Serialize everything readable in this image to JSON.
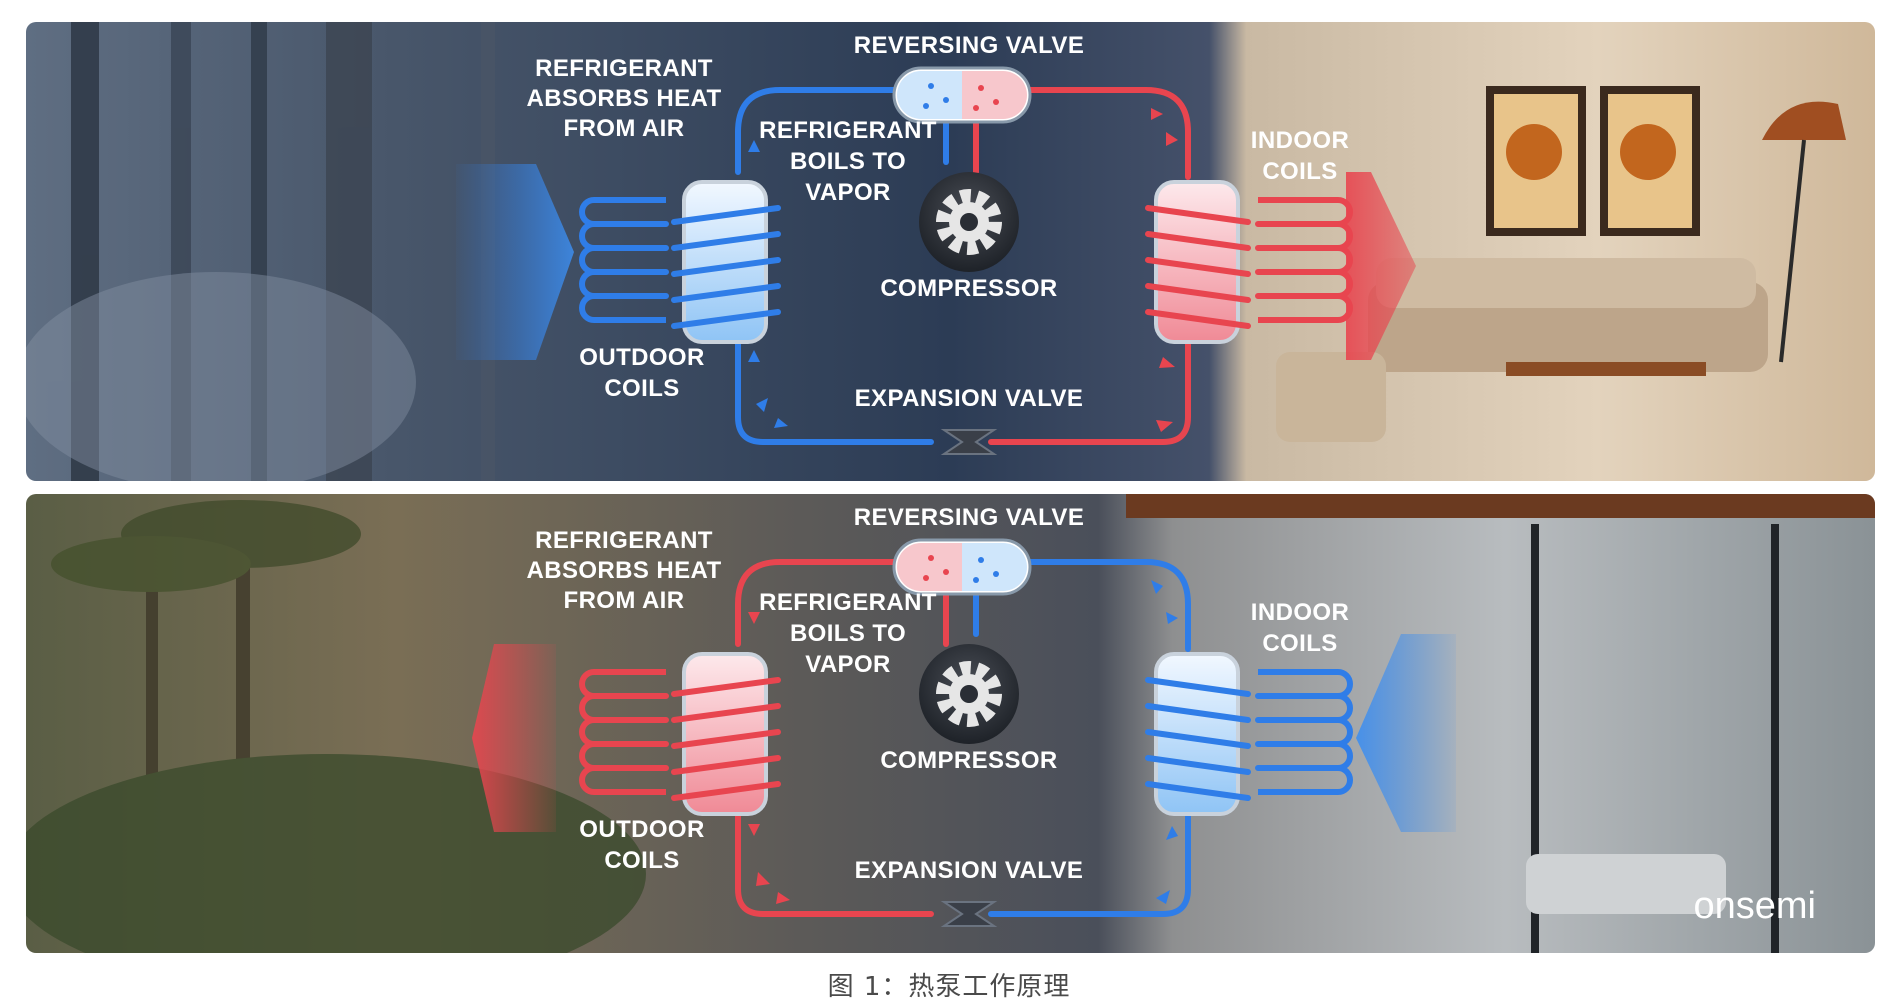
{
  "panels": [
    {
      "mode": "heating",
      "labels": {
        "absorbs": [
          "REFRIGERANT",
          "ABSORBS HEAT",
          "FROM AIR"
        ],
        "reversing_valve": "REVERSING VALVE",
        "boils": [
          "REFRIGERANT",
          "BOILS TO",
          "VAPOR"
        ],
        "compressor": "COMPRESSOR",
        "indoor_coils": [
          "INDOOR",
          "COILS"
        ],
        "outdoor_coils": [
          "OUTDOOR",
          "COILS"
        ],
        "expansion_valve": "EXPANSION VALVE"
      }
    },
    {
      "mode": "cooling",
      "labels": {
        "absorbs": [
          "REFRIGERANT",
          "ABSORBS HEAT",
          "FROM AIR"
        ],
        "reversing_valve": "REVERSING VALVE",
        "boils": [
          "REFRIGERANT",
          "BOILS TO",
          "VAPOR"
        ],
        "compressor": "COMPRESSOR",
        "indoor_coils": [
          "INDOOR",
          "COILS"
        ],
        "outdoor_coils": [
          "OUTDOOR",
          "COILS"
        ],
        "expansion_valve": "EXPANSION VALVE"
      },
      "logo": "onsemi"
    }
  ],
  "caption": "图 1：热泵工作原理",
  "colors": {
    "hot": "#e8454f",
    "cold": "#2f7de8",
    "hot_fill": "#f3a3ab",
    "cold_fill": "#bfe0fb"
  },
  "icons": [
    "gear-icon",
    "flow-arrow-icon",
    "coil-icon",
    "heat-arrow-icon"
  ]
}
